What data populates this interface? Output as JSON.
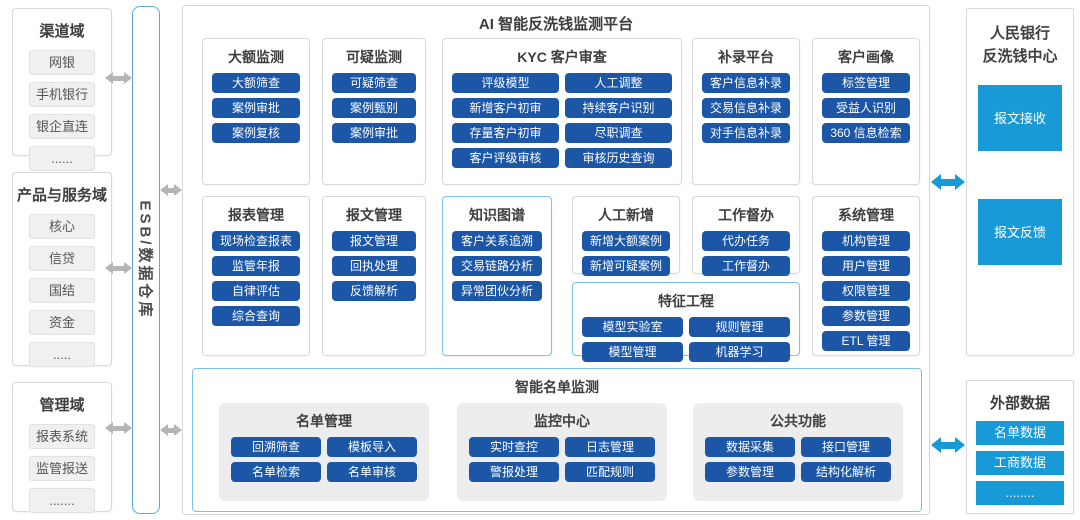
{
  "platform_title": "AI 智能反洗钱监测平台",
  "esb_label": "ESB/数据仓库",
  "left_domains": [
    {
      "title": "渠道域",
      "items": [
        "网银",
        "手机银行",
        "银企直连",
        "......"
      ]
    },
    {
      "title": "产品与服务域",
      "items": [
        "核心",
        "信贷",
        "国结",
        "资金",
        "....."
      ]
    },
    {
      "title": "管理域",
      "items": [
        "报表系统",
        "监管报送",
        "......."
      ]
    }
  ],
  "modules": [
    {
      "title": "大额监测",
      "items": [
        "大额筛查",
        "案例审批",
        "案例复核"
      ]
    },
    {
      "title": "可疑监测",
      "items": [
        "可疑筛查",
        "案例甄别",
        "案例审批"
      ]
    },
    {
      "title": "KYC 客户审查",
      "items": [
        "评级模型",
        "人工调整",
        "新增客户初审",
        "持续客户识别",
        "存量客户初审",
        "尽职调查",
        "客户评级审核",
        "审核历史查询"
      ]
    },
    {
      "title": "补录平台",
      "items": [
        "客户信息补录",
        "交易信息补录",
        "对手信息补录"
      ]
    },
    {
      "title": "客户画像",
      "items": [
        "标签管理",
        "受益人识别",
        "360 信息检索"
      ]
    },
    {
      "title": "报表管理",
      "items": [
        "现场检查报表",
        "监管年报",
        "自律评估",
        "综合查询"
      ]
    },
    {
      "title": "报文管理",
      "items": [
        "报文管理",
        "回执处理",
        "反馈解析"
      ]
    },
    {
      "title": "知识图谱",
      "items": [
        "客户关系追溯",
        "交易链路分析",
        "异常团伙分析"
      ]
    },
    {
      "title": "人工新增",
      "items": [
        "新增大额案例",
        "新增可疑案例"
      ]
    },
    {
      "title": "工作督办",
      "items": [
        "代办任务",
        "工作督办"
      ]
    },
    {
      "title": "特征工程",
      "items": [
        "模型实验室",
        "规则管理",
        "模型管理",
        "机器学习"
      ]
    },
    {
      "title": "系统管理",
      "items": [
        "机构管理",
        "用户管理",
        "权限管理",
        "参数管理",
        "ETL 管理"
      ]
    }
  ],
  "list_monitoring": {
    "title": "智能名单监测",
    "groups": [
      {
        "title": "名单管理",
        "items": [
          "回溯筛查",
          "模板导入",
          "名单检索",
          "名单审核"
        ]
      },
      {
        "title": "监控中心",
        "items": [
          "实时查控",
          "日志管理",
          "警报处理",
          "匹配规则"
        ]
      },
      {
        "title": "公共功能",
        "items": [
          "数据采集",
          "接口管理",
          "参数管理",
          "结构化解析"
        ]
      }
    ]
  },
  "right_panels": [
    {
      "title": "人民银行\n反洗钱中心",
      "items": [
        "报文接收",
        "报文反馈"
      ]
    },
    {
      "title": "外部数据",
      "items": [
        "名单数据",
        "工商数据",
        "........"
      ]
    }
  ],
  "colors": {
    "dark_blue": "#1b57a6",
    "bright_blue": "#189ad6",
    "highlight_border": "#7cc2ea",
    "gray_arrow": "#b5b5b5"
  }
}
